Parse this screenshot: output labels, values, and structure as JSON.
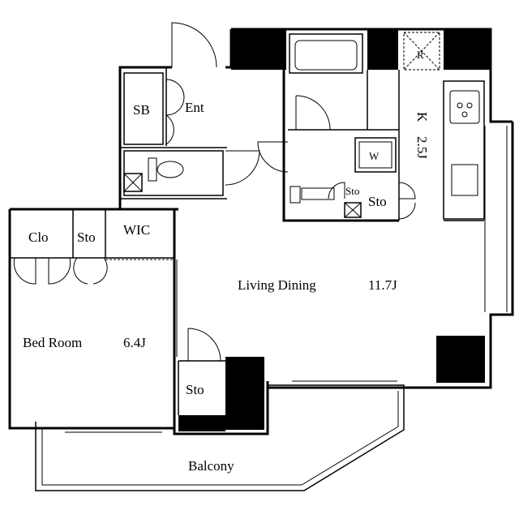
{
  "rooms": {
    "sb": "SB",
    "ent": "Ent",
    "clo": "Clo",
    "sto_bedroom": "Sto",
    "wic": "WIC",
    "living": "Living Dining",
    "living_size": "11.7J",
    "bedroom": "Bed Room",
    "bedroom_size": "6.4J",
    "sto_living": "Sto",
    "sto_kitchen": "Sto",
    "sto_small": "Sto",
    "balcony": "Balcony",
    "kitchen": "K",
    "kitchen_size": "2.5J",
    "washer": "W",
    "fridge": "R"
  }
}
